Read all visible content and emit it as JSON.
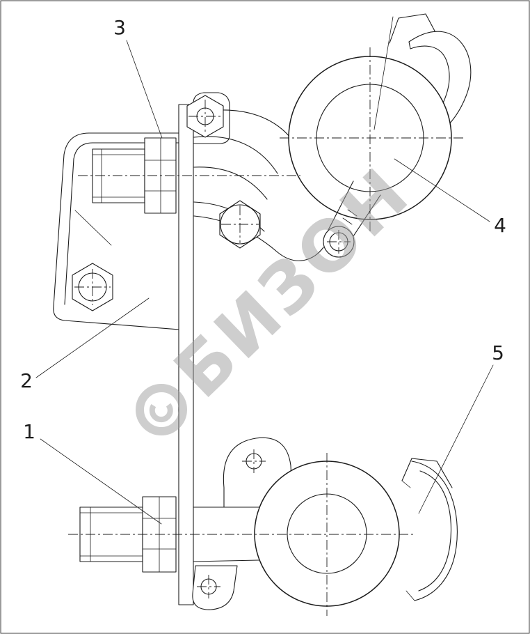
{
  "figure": {
    "type": "parts-diagram",
    "watermark": {
      "text": "БИЗОН"
    },
    "callouts": [
      {
        "label": "1"
      },
      {
        "label": "2"
      },
      {
        "label": "3"
      },
      {
        "label": "4"
      },
      {
        "label": "5"
      }
    ],
    "colors": {
      "line": "#1c1c1c",
      "background": "#ffffff",
      "watermark": "#9e9e9e"
    }
  }
}
